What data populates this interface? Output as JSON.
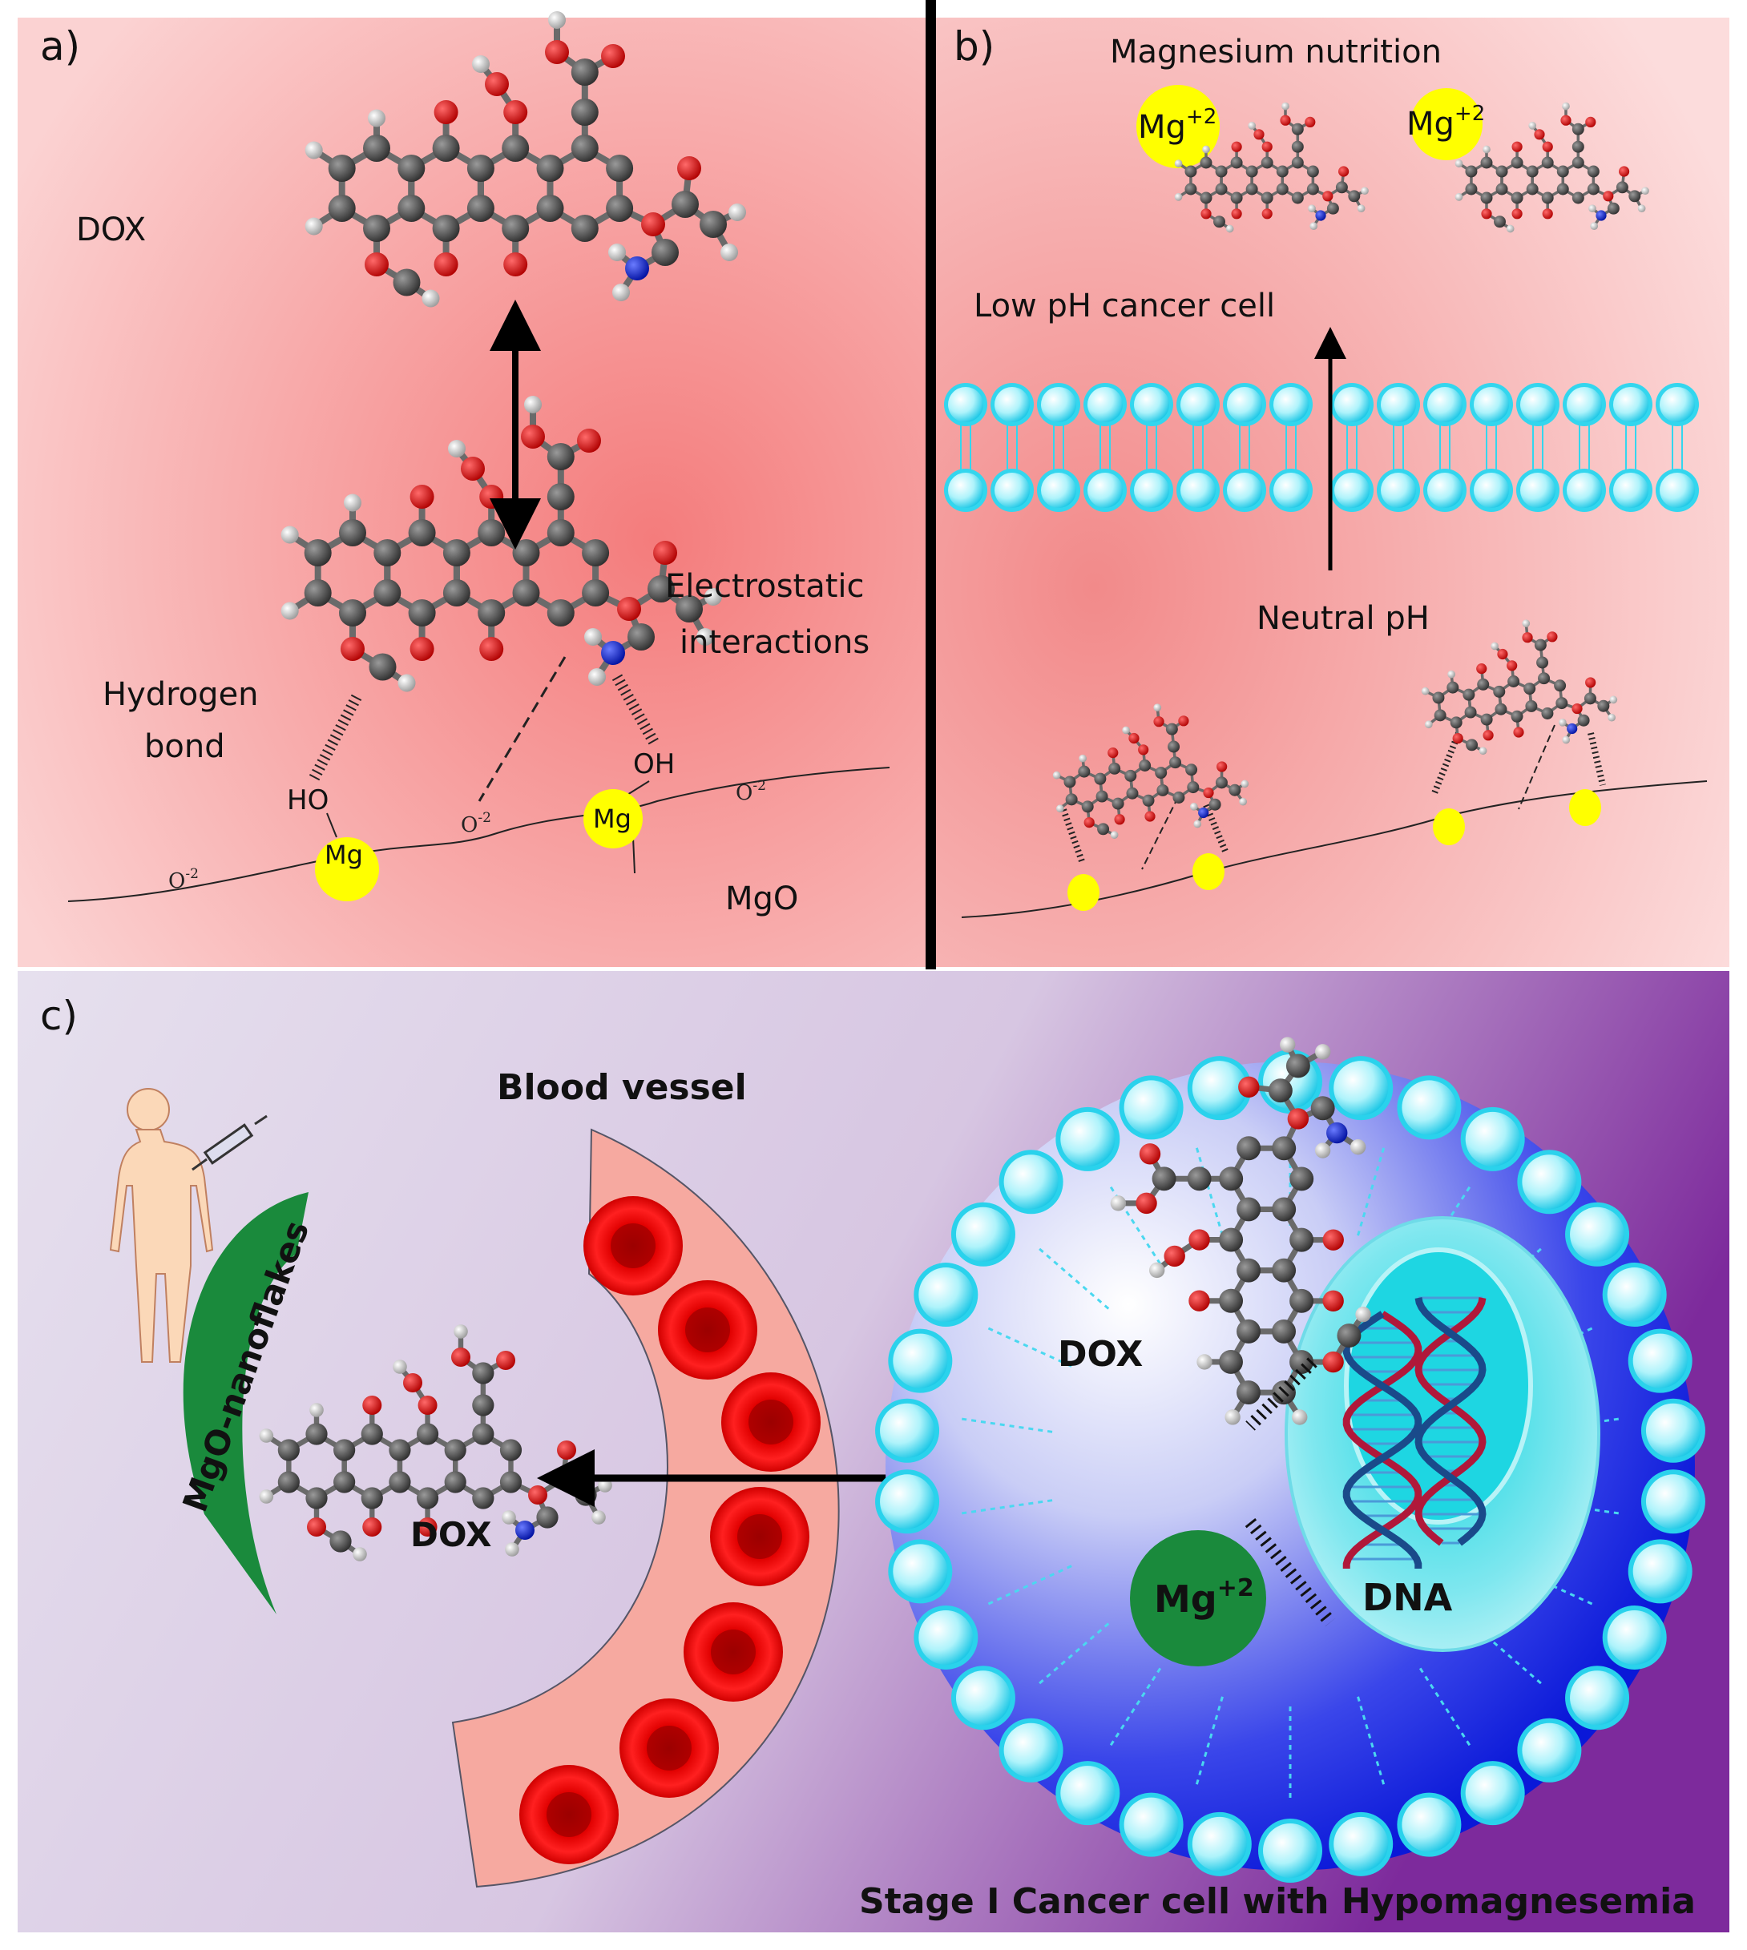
{
  "panel_a": {
    "letter": "a)",
    "dox_label": "DOX",
    "hydrogen_label_1": "Hydrogen",
    "hydrogen_label_2": "bond",
    "electrostatic_label_1": "Electrostatic",
    "electrostatic_label_2": "interactions",
    "mgo_label": "MgO",
    "ho_label": "HO",
    "oh_label": "OH",
    "mg_label": "Mg",
    "o2_label": "O",
    "o2_sup": "-2"
  },
  "panel_b": {
    "letter": "b)",
    "magnesium_nutrition": "Magnesium nutrition",
    "mg_ion": "Mg",
    "mg_sup": "+2",
    "low_ph": "Low pH cancer cell",
    "neutral_ph": "Neutral pH"
  },
  "panel_c": {
    "letter": "c)",
    "blood_vessel": "Blood vessel",
    "mgo_nanoflakes": "MgO-nanoflakes",
    "dox_left": "DOX",
    "dox_cell": "DOX",
    "mg_ion": "Mg",
    "mg_sup": "+2",
    "dna": "DNA",
    "caption": "Stage I Cancer cell with Hypomagnesemia"
  },
  "colors": {
    "panel_ab_bg": "#f4a6a6",
    "panel_c_bg": "#d6c5e4",
    "mg_yellow": "#ffff00",
    "membrane_cyan": "#33d6ee",
    "rbc_red": "#e81010",
    "cell_blue": "#1020e8",
    "nanoflake_green": "#1a8a3c"
  }
}
